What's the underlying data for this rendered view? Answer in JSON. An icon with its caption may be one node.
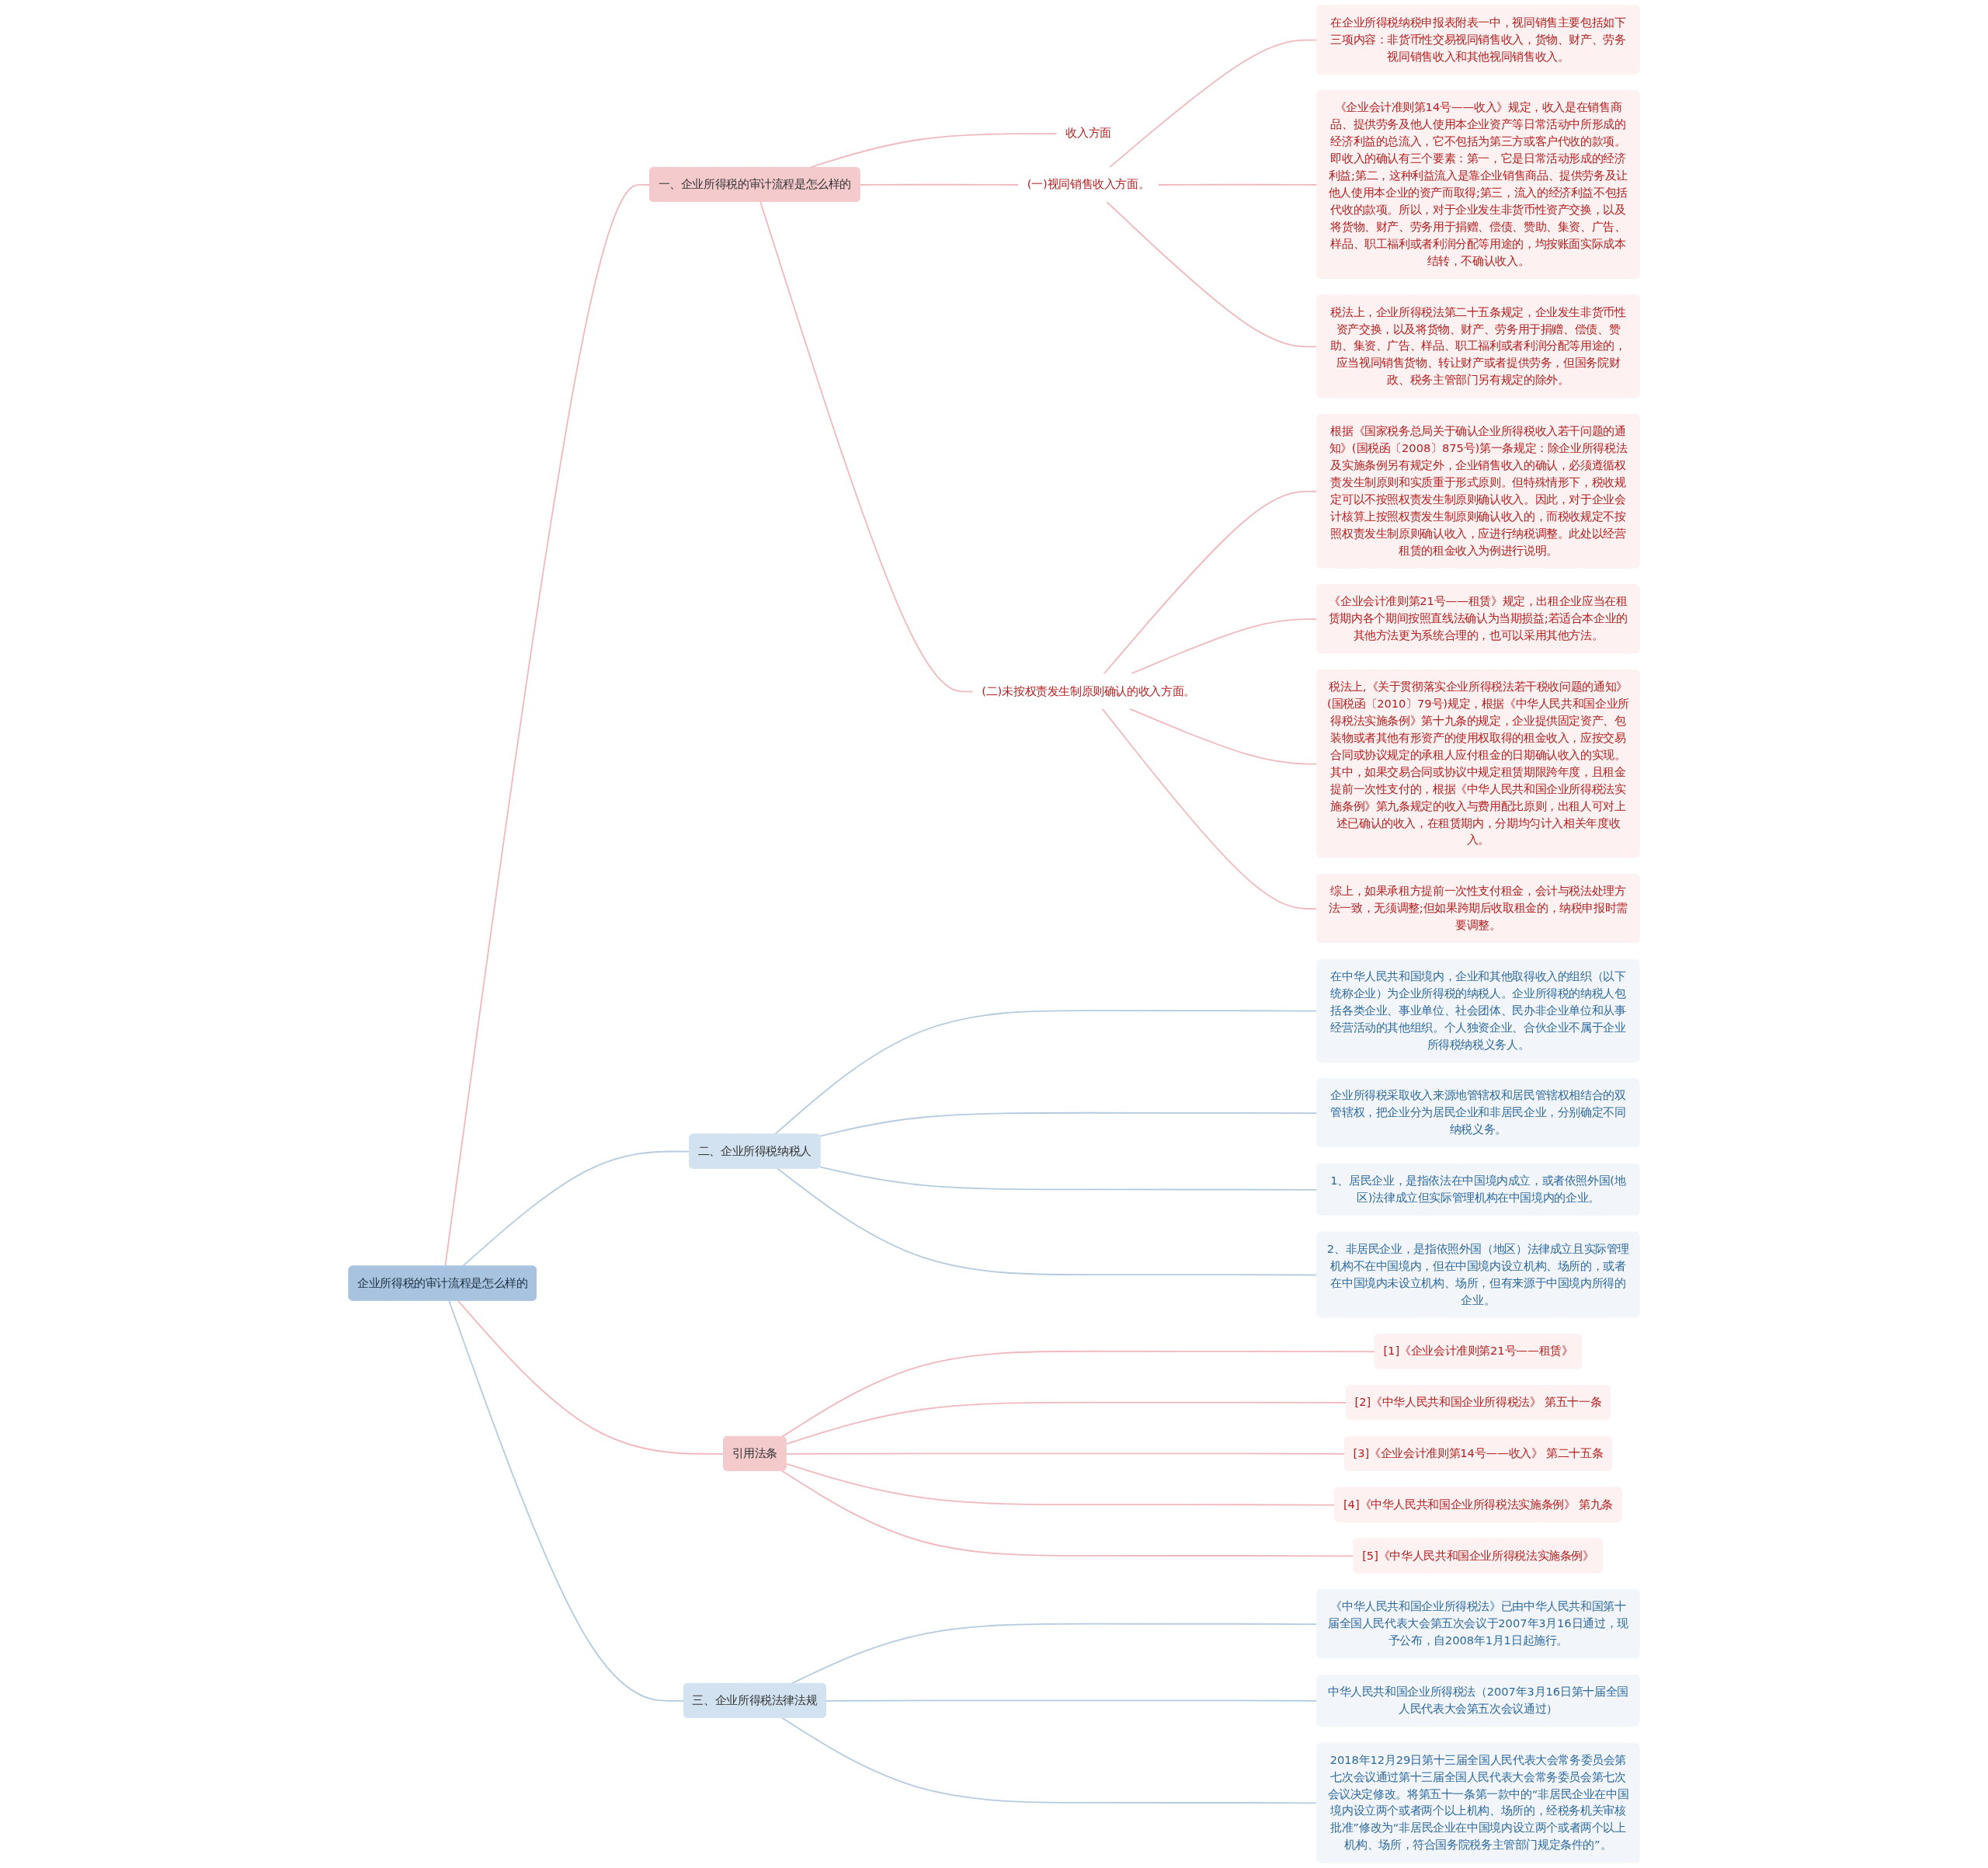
{
  "diagram": {
    "nodes": [
      {
        "text": [
          "企业所得税的审计流程是怎么样的"
        ]
      },
      {
        "text": [
          "一、企业所得税的审计流程是怎么样的"
        ]
      },
      {
        "text": [
          "收入方面"
        ]
      },
      {
        "text": [
          "(一)视同销售收入方面。"
        ]
      },
      {
        "text": [
          "在企业所得税纳税申报表附表一中，视同销售主要包括如下三项内容：非货币性交易视同销售收入，货物、财产、劳务视同销售收入和其他视同销售收入。"
        ]
      },
      {
        "text": [
          "《企业会计准则第14号——收入》规定，收入是在销售商品、提供劳务及他人使用本企业资产等日常活动中所形成的经济利益的总流入，它不包括为第三方或客户代收的款项。即收入的确认有三个要素：第一，它是日常活动形成的经济利益;第二，这种利益流入是靠企业销售商品、提供劳务及让他人使用本企业的资产而取得;第三，流入的经济利益不包括代收的款项。所以，对于企业发生非货币性资产交换，以及将货物、财产、劳务用于捐赠、偿债、赞助、集资、广告、样品、职工福利或者利润分配等用途的，均按账面实际成本结转，不确认收入。"
        ]
      },
      {
        "text": [
          "税法上，企业所得税法第二十五条规定，企业发生非货币性资产交换，以及将货物、财产、劳务用于捐赠、偿债、赞助、集资、广告、样品、职工福利或者利润分配等用途的，应当视同销售货物、转让财产或者提供劳务，但国务院财政、税务主管部门另有规定的除外。"
        ]
      },
      {
        "text": [
          "(二)未按权责发生制原则确认的收入方面。"
        ]
      },
      {
        "text": [
          "根据《国家税务总局关于确认企业所得税收入若干问题的通知》(国税函〔2008〕875号)第一条规定：除企业所得税法及实施条例另有规定外，企业销售收入的确认，必须遵循权责发生制原则和实质重于形式原则。但特殊情形下，税收规定可以不按照权责发生制原则确认收入。因此，对于企业会计核算上按照权责发生制原则确认收入的，而税收规定不按照权责发生制原则确认收入，应进行纳税调整。此处以经营租赁的租金收入为例进行说明。"
        ]
      },
      {
        "text": [
          "《企业会计准则第21号——租赁》规定，出租企业应当在租赁期内各个期间按照直线法确认为当期损益;若适合本企业的其他方法更为系统合理的，也可以采用其他方法。"
        ]
      },
      {
        "text": [
          "税法上,《关于贯彻落实企业所得税法若干税收问题的通知》(国税函〔2010〕79号)规定，根据《中华人民共和国企业所得税法实施条例》第十九条的规定，企业提供固定资产、包装物或者其他有形资产的使用权取得的租金收入，应按交易合同或协议规定的承租人应付租金的日期确认收入的实现。其中，如果交易合同或协议中规定租赁期限跨年度，且租金提前一次性支付的，根据《中华人民共和国企业所得税法实施条例》第九条规定的收入与费用配比原则，出租人可对上述已确认的收入，在租赁期内，分期均匀计入相关年度收入。"
        ]
      },
      {
        "text": [
          "综上，如果承租方提前一次性支付租金，会计与税法处理方法一致，无须调整;但如果跨期后收取租金的，纳税申报时需要调整。"
        ]
      },
      {
        "text": [
          "二、企业所得税纳税人"
        ]
      },
      {
        "text": [
          "在中华人民共和国境内，企业和其他取得收入的组织（以下统称企业）为企业所得税的纳税人。企业所得税的纳税人包括各类企业、事业单位、社会团体、民办非企业单位和从事经营活动的其他组织。个人独资企业、合伙企业不属于企业所得税纳税义务人。"
        ]
      },
      {
        "text": [
          "企业所得税采取收入来源地管辖权和居民管辖权相结合的双管辖权，把企业分为居民企业和非居民企业，分别确定不同纳税义务。"
        ]
      },
      {
        "text": [
          "1、居民企业，是指依法在中国境内成立，或者依照外国(地区)法律成立但实际管理机构在中国境内的企业。"
        ]
      },
      {
        "text": [
          "2、非居民企业，是指依照外国（地区）法律成立且实际管理机构不在中国境内，但在中国境内设立机构、场所的，或者在中国境内未设立机构、场所，但有来源于中国境内所得的企业。"
        ]
      },
      {
        "text": [
          "引用法条"
        ]
      },
      {
        "text": [
          "[1]《企业会计准则第21号——租赁》"
        ]
      },
      {
        "text": [
          "[2]《中华人民共和国企业所得税法》 第五十一条"
        ]
      },
      {
        "text": [
          "[3]《企业会计准则第14号——收入》 第二十五条"
        ]
      },
      {
        "text": [
          "[4]《中华人民共和国企业所得税法实施条例》 第九条"
        ]
      },
      {
        "text": [
          "[5]《中华人民共和国企业所得税法实施条例》"
        ]
      },
      {
        "text": [
          "三、企业所得税法律法规"
        ]
      },
      {
        "text": [
          "《中华人民共和国企业所得税法》已由中华人民共和国第十届全国人民代表大会第五次会议于2007年3月16日通过，现予公布，自2008年1月1日起施行。"
        ]
      },
      {
        "text": [
          "中华人民共和国企业所得税法（2007年3月16日第十届全国人民代表大会第五次会议通过）"
        ]
      },
      {
        "text": [
          "2018年12月29日第十三届全国人民代表大会常务委员会第七次会议通过第十三届全国人民代表大会常务委员会第七次会议决定修改。将第五十一条第一款中的“非居民企业在中国境内设立两个或者两个以上机构、场所的，经税务机关审核批准”修改为“非居民企业在中国境内设立两个或者两个以上机构、场所，符合国务院税务主管部门规定条件的”。"
        ]
      }
    ],
    "edges": [
      {
        "from": 0,
        "to": 1,
        "arrow": "none"
      },
      {
        "from": 1,
        "to": 2,
        "arrow": "none"
      },
      {
        "from": 1,
        "to": 3,
        "arrow": "none"
      },
      {
        "from": 3,
        "to": 4,
        "arrow": "none"
      },
      {
        "from": 3,
        "to": 5,
        "arrow": "none"
      },
      {
        "from": 3,
        "to": 6,
        "arrow": "none"
      },
      {
        "from": 1,
        "to": 7,
        "arrow": "none"
      },
      {
        "from": 7,
        "to": 8,
        "arrow": "none"
      },
      {
        "from": 7,
        "to": 9,
        "arrow": "none"
      },
      {
        "from": 7,
        "to": 10,
        "arrow": "none"
      },
      {
        "from": 7,
        "to": 11,
        "arrow": "none"
      },
      {
        "from": 0,
        "to": 12,
        "arrow": "none",
        "color": "#b5cbe0"
      },
      {
        "from": 12,
        "to": 13,
        "arrow": "none",
        "color": "#b5cbe0"
      },
      {
        "from": 12,
        "to": 14,
        "arrow": "none",
        "color": "#b5cbe0"
      },
      {
        "from": 12,
        "to": 15,
        "arrow": "none",
        "color": "#b5cbe0"
      },
      {
        "from": 12,
        "to": 16,
        "arrow": "none",
        "color": "#b5cbe0"
      },
      {
        "from": 0,
        "to": 17,
        "arrow": "none"
      },
      {
        "from": 17,
        "to": 18,
        "arrow": "none"
      },
      {
        "from": 17,
        "to": 19,
        "arrow": "none"
      },
      {
        "from": 17,
        "to": 20,
        "arrow": "none"
      },
      {
        "from": 17,
        "to": 21,
        "arrow": "none"
      },
      {
        "from": 17,
        "to": 22,
        "arrow": "none"
      },
      {
        "from": 0,
        "to": 23,
        "arrow": "none",
        "color": "#b5cbe0"
      },
      {
        "from": 23,
        "to": 24,
        "arrow": "none",
        "color": "#b5cbe0"
      },
      {
        "from": 23,
        "to": 25,
        "arrow": "none",
        "color": "#b5cbe0"
      },
      {
        "from": 23,
        "to": 26,
        "arrow": "none",
        "color": "#b5cbe0"
      }
    ]
  }
}
